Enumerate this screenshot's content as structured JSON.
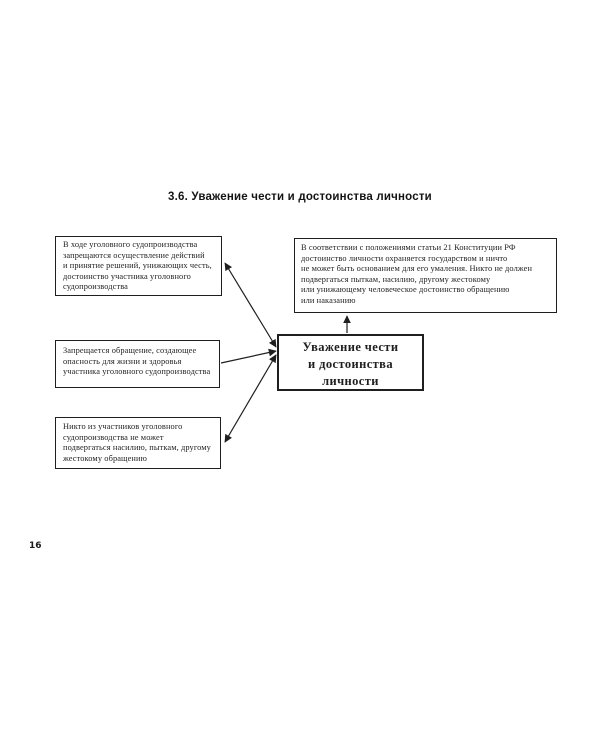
{
  "page": {
    "section_title": "3.6. Уважение чести и достоинства личности",
    "page_number": "16"
  },
  "diagram": {
    "center_node": {
      "label": "Уважение чести\nи достоинства\nличности"
    },
    "nodes": {
      "top_left": {
        "text": "В ходе уголовного судопроизводства\nзапрещаются осуществление действий\nи принятие решений, унижающих честь,\nдостоинство участника уголовного\nсудопроизводства"
      },
      "middle_left": {
        "text": "Запрещается обращение, создающее\nопасность для жизни и здоровья\nучастника уголовного судопроизводства"
      },
      "bottom_left": {
        "text": "Никто из участников уголовного\nсудопроизводства не может\nподвергаться насилию, пыткам, другому\nжестокому обращению"
      },
      "right": {
        "text": "В соответствии с положениями статьи 21 Конституции РФ\nдостоинство личности охраняется государством и ничто\nне может быть основанием для его умаления. Никто не должен\nподвергаться пыткам, насилию, другому жестокому\nили унижающему человеческое достоинство обращению\nили наказанию"
      }
    },
    "colors": {
      "ink": "#1f1f1f",
      "box_border": "#1f1f1f",
      "background": "#ffffff"
    }
  }
}
